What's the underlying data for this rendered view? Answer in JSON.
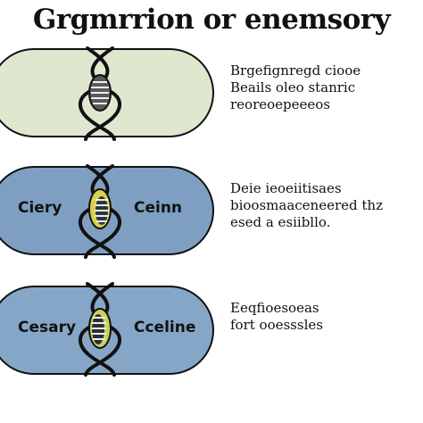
{
  "title": "Grgmrrion or enemsory",
  "panels": [
    {
      "left_label": "",
      "right_label": "",
      "helix_style": "dark",
      "description": [
        "Brgefignregd ciooe",
        "Beails oleo stanric",
        "reoreoepeeeos"
      ]
    },
    {
      "left_label": "Ciery",
      "right_label": "Ceinn",
      "helix_style": "yellow",
      "description": [
        "Deie ieoeiitisaes",
        "bioosmaaceneered thz",
        "esed a esiibllo."
      ]
    },
    {
      "left_label": "Cesary",
      "right_label": "Cceline",
      "helix_style": "yellow-green",
      "description": [
        "Eeqfioesoeas",
        "fort ooesssles",
        ""
      ]
    }
  ],
  "colors": {
    "panel_1_fill": "#dfe8cf",
    "panel_2_fill": "#7e9fc2",
    "panel_3_fill": "#86a6c8",
    "outline": "#111111",
    "helix_accent_2": "#d8d24a",
    "helix_accent_3": "#c9d35a"
  }
}
